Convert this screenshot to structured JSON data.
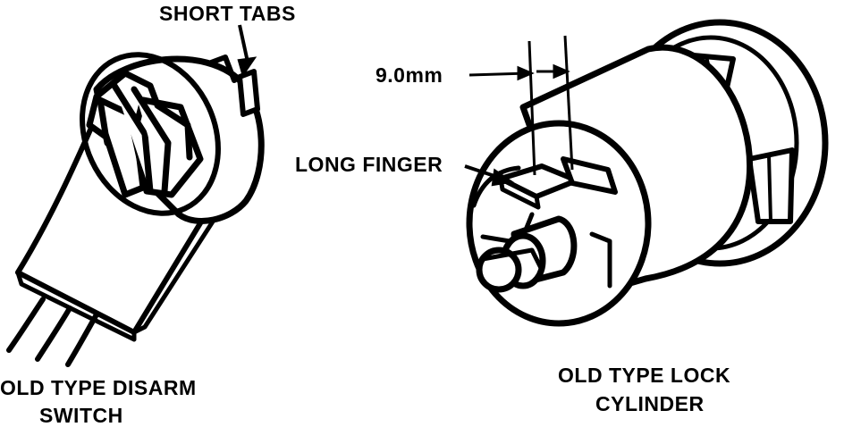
{
  "labels": {
    "short_tabs": "SHORT TABS",
    "dimension": "9.0mm",
    "long_finger": "LONG FINGER",
    "switch_line1": "OLD TYPE DISARM",
    "switch_line2": "SWITCH",
    "cylinder_line1": "OLD TYPE LOCK",
    "cylinder_line2": "CYLINDER"
  },
  "colors": {
    "ink": "#000000",
    "paper": "#ffffff"
  }
}
